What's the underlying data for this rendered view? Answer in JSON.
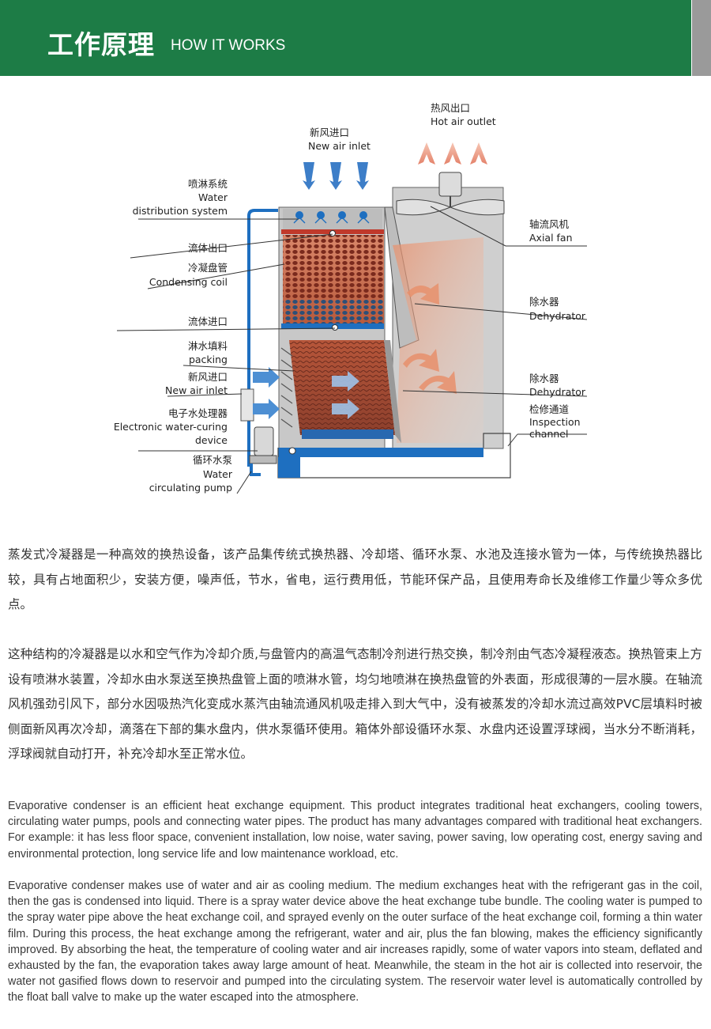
{
  "header": {
    "title_zh": "工作原理",
    "title_en": "HOW IT WORKS"
  },
  "diagram": {
    "labels": {
      "hot_air_outlet_zh": "热风出口",
      "hot_air_outlet_en": "Hot air outlet",
      "new_air_inlet_top_zh": "新风进口",
      "new_air_inlet_top_en": "New air inlet",
      "water_dist_zh": "喷淋系统",
      "water_dist_en1": "Water",
      "water_dist_en2": "distribution system",
      "fluid_outlet_zh": "流体出口",
      "condensing_coil_zh": "冷凝盘管",
      "condensing_coil_en": "Condensing coil",
      "fluid_inlet_zh": "流体进口",
      "packing_zh": "淋水填料",
      "packing_en": "packing",
      "new_air_inlet_side_zh": "新风进口",
      "new_air_inlet_side_en": "New air inlet",
      "water_curing_zh": "电子水处理器",
      "water_curing_en1": "Electronic water-curing",
      "water_curing_en2": "device",
      "pump_zh": "循环水泵",
      "pump_en1": "Water",
      "pump_en2": "circulating pump",
      "axial_fan_zh": "轴流风机",
      "axial_fan_en": "Axial  fan",
      "dehydrator1_zh": "除水器",
      "dehydrator1_en": "Dehydrator",
      "dehydrator2_zh": "除水器",
      "dehydrator2_en": "Dehydrator",
      "inspection_zh": "检修通道",
      "inspection_en1": "Inspection",
      "inspection_en2": "channel"
    },
    "colors": {
      "blue": "#1e6fc0",
      "gray": "#c6c6c6",
      "copper": "#c96f4e",
      "red": "#c0392b"
    }
  },
  "paragraphs": {
    "zh1": "蒸发式冷凝器是一种高效的换热设备，该产品集传统式换热器、冷却塔、循环水泵、水池及连接水管为一体，与传统换热器比较，具有占地面积少，安装方便，噪声低，节水，省电，运行费用低，节能环保产品，且使用寿命长及维修工作量少等众多优点。",
    "zh2": "这种结构的冷凝器是以水和空气作为冷却介质,与盘管内的高温气态制冷剂进行热交换，制冷剂由气态冷凝程液态。换热管束上方设有喷淋水装置，冷却水由水泵送至换热盘管上面的喷淋水管，均匀地喷淋在换热盘管的外表面，形成很薄的一层水膜。在轴流风机强劲引风下，部分水因吸热汽化变成水蒸汽由轴流通风机吸走排入到大气中，没有被蒸发的冷却水流过高效PVC层填料时被侧面新风再次冷却，滴落在下部的集水盘内，供水泵循环使用。箱体外部设循环水泵、水盘内还设置浮球阀，当水分不断消耗，浮球阀就自动打开，补充冷却水至正常水位。",
    "en1": "Evaporative condenser is an efficient heat exchange equipment. This product integrates traditional heat exchangers, cooling towers, circulating water pumps, pools and connecting water pipes. The product has many advantages compared with traditional heat exchangers. For example: it has less floor space, convenient installation, low noise, water saving, power saving, low operating cost, energy saving and environmental protection, long service life and low maintenance workload, etc.",
    "en2": "Evaporative condenser makes use of water and air as cooling medium. The medium exchanges heat with the refrigerant gas in the coil, then the gas is condensed into liquid. There is a spray water device above the heat exchange tube bundle. The cooling water is pumped to the spray water pipe above the heat exchange coil, and sprayed evenly on the outer surface of the heat exchange coil, forming a thin water film. During this process, the heat exchange among the refrigerant, water and air, plus the fan blowing, makes the efficiency significantly improved. By absorbing the heat, the temperature of cooling water and air increases rapidly, some of water vapors into steam, deflated and exhausted by the fan, the evaporation takes away large amount of heat. Meanwhile, the steam in the hot air is collected into reservoir, the water not gasified flows down to reservoir and pumped into the circulating system. The reservoir water level is automatically controlled by the float ball valve to make up the water escaped into the atmosphere."
  }
}
